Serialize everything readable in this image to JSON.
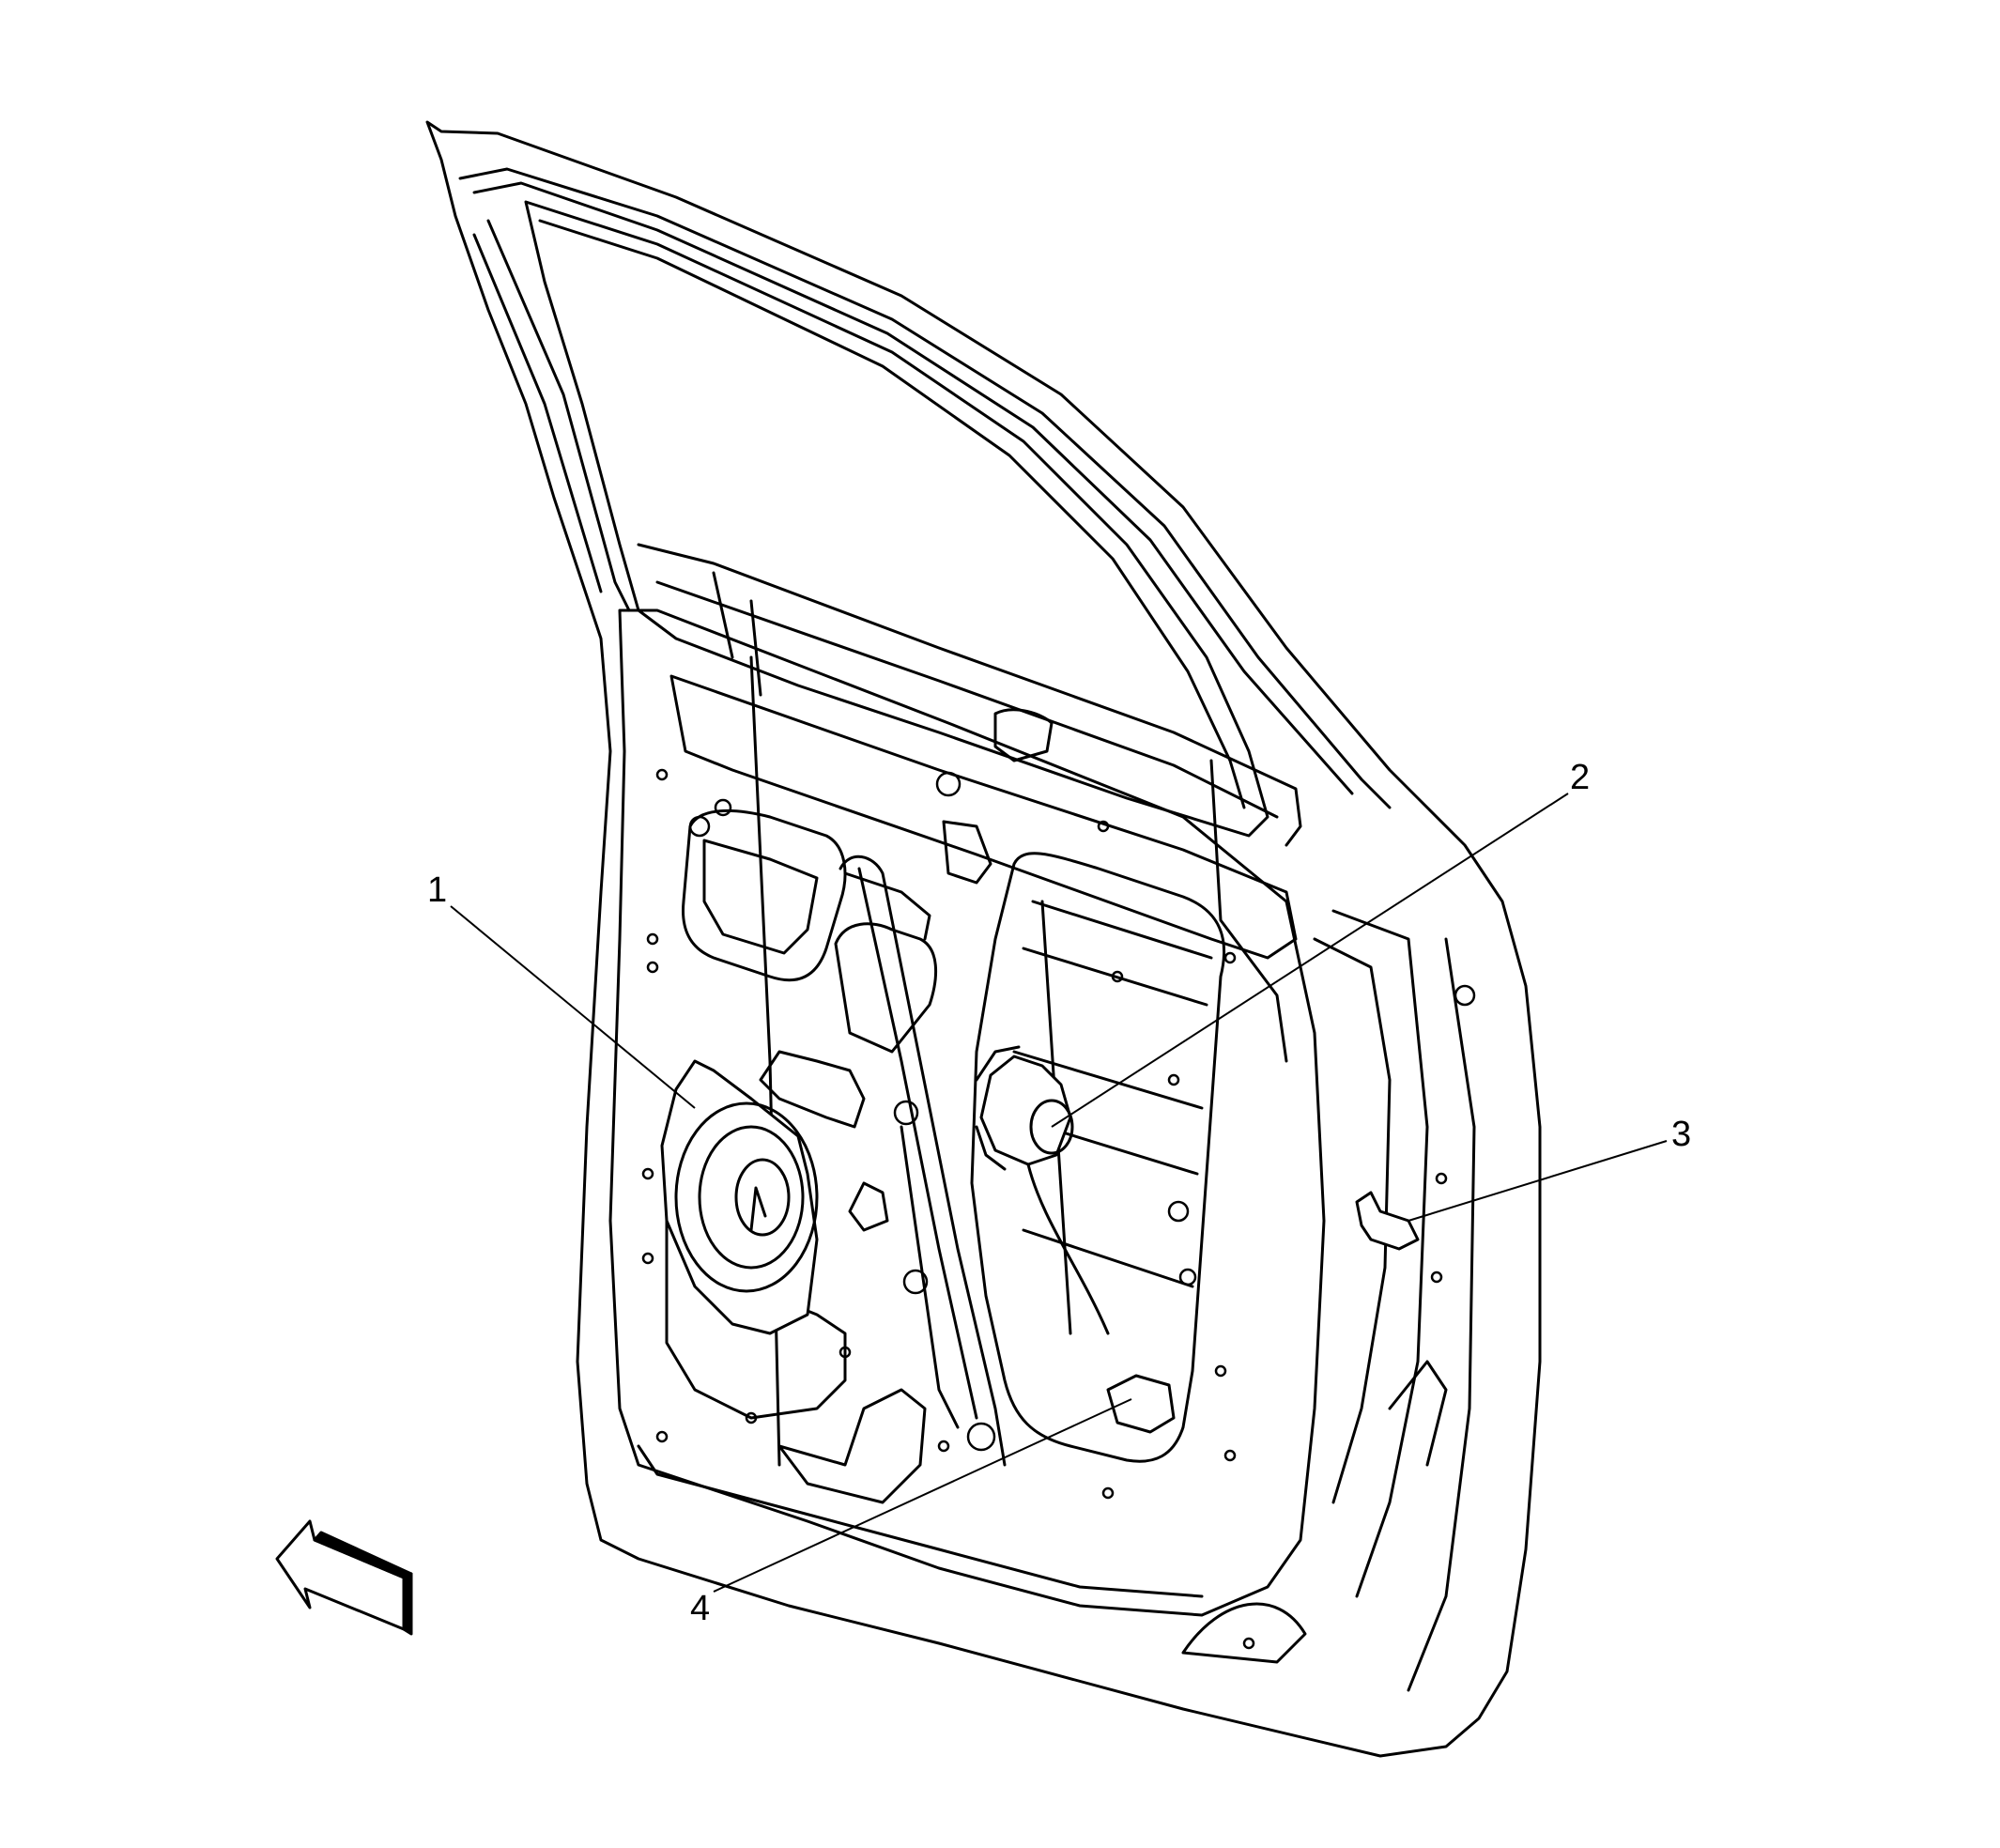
{
  "figure": {
    "callouts": [
      {
        "id": "1",
        "label": "1"
      },
      {
        "id": "2",
        "label": "2"
      },
      {
        "id": "3",
        "label": "3"
      },
      {
        "id": "4",
        "label": "4"
      }
    ],
    "line_color": "#000000",
    "background": "#ffffff",
    "icons": [
      "direction-arrow-icon"
    ]
  }
}
